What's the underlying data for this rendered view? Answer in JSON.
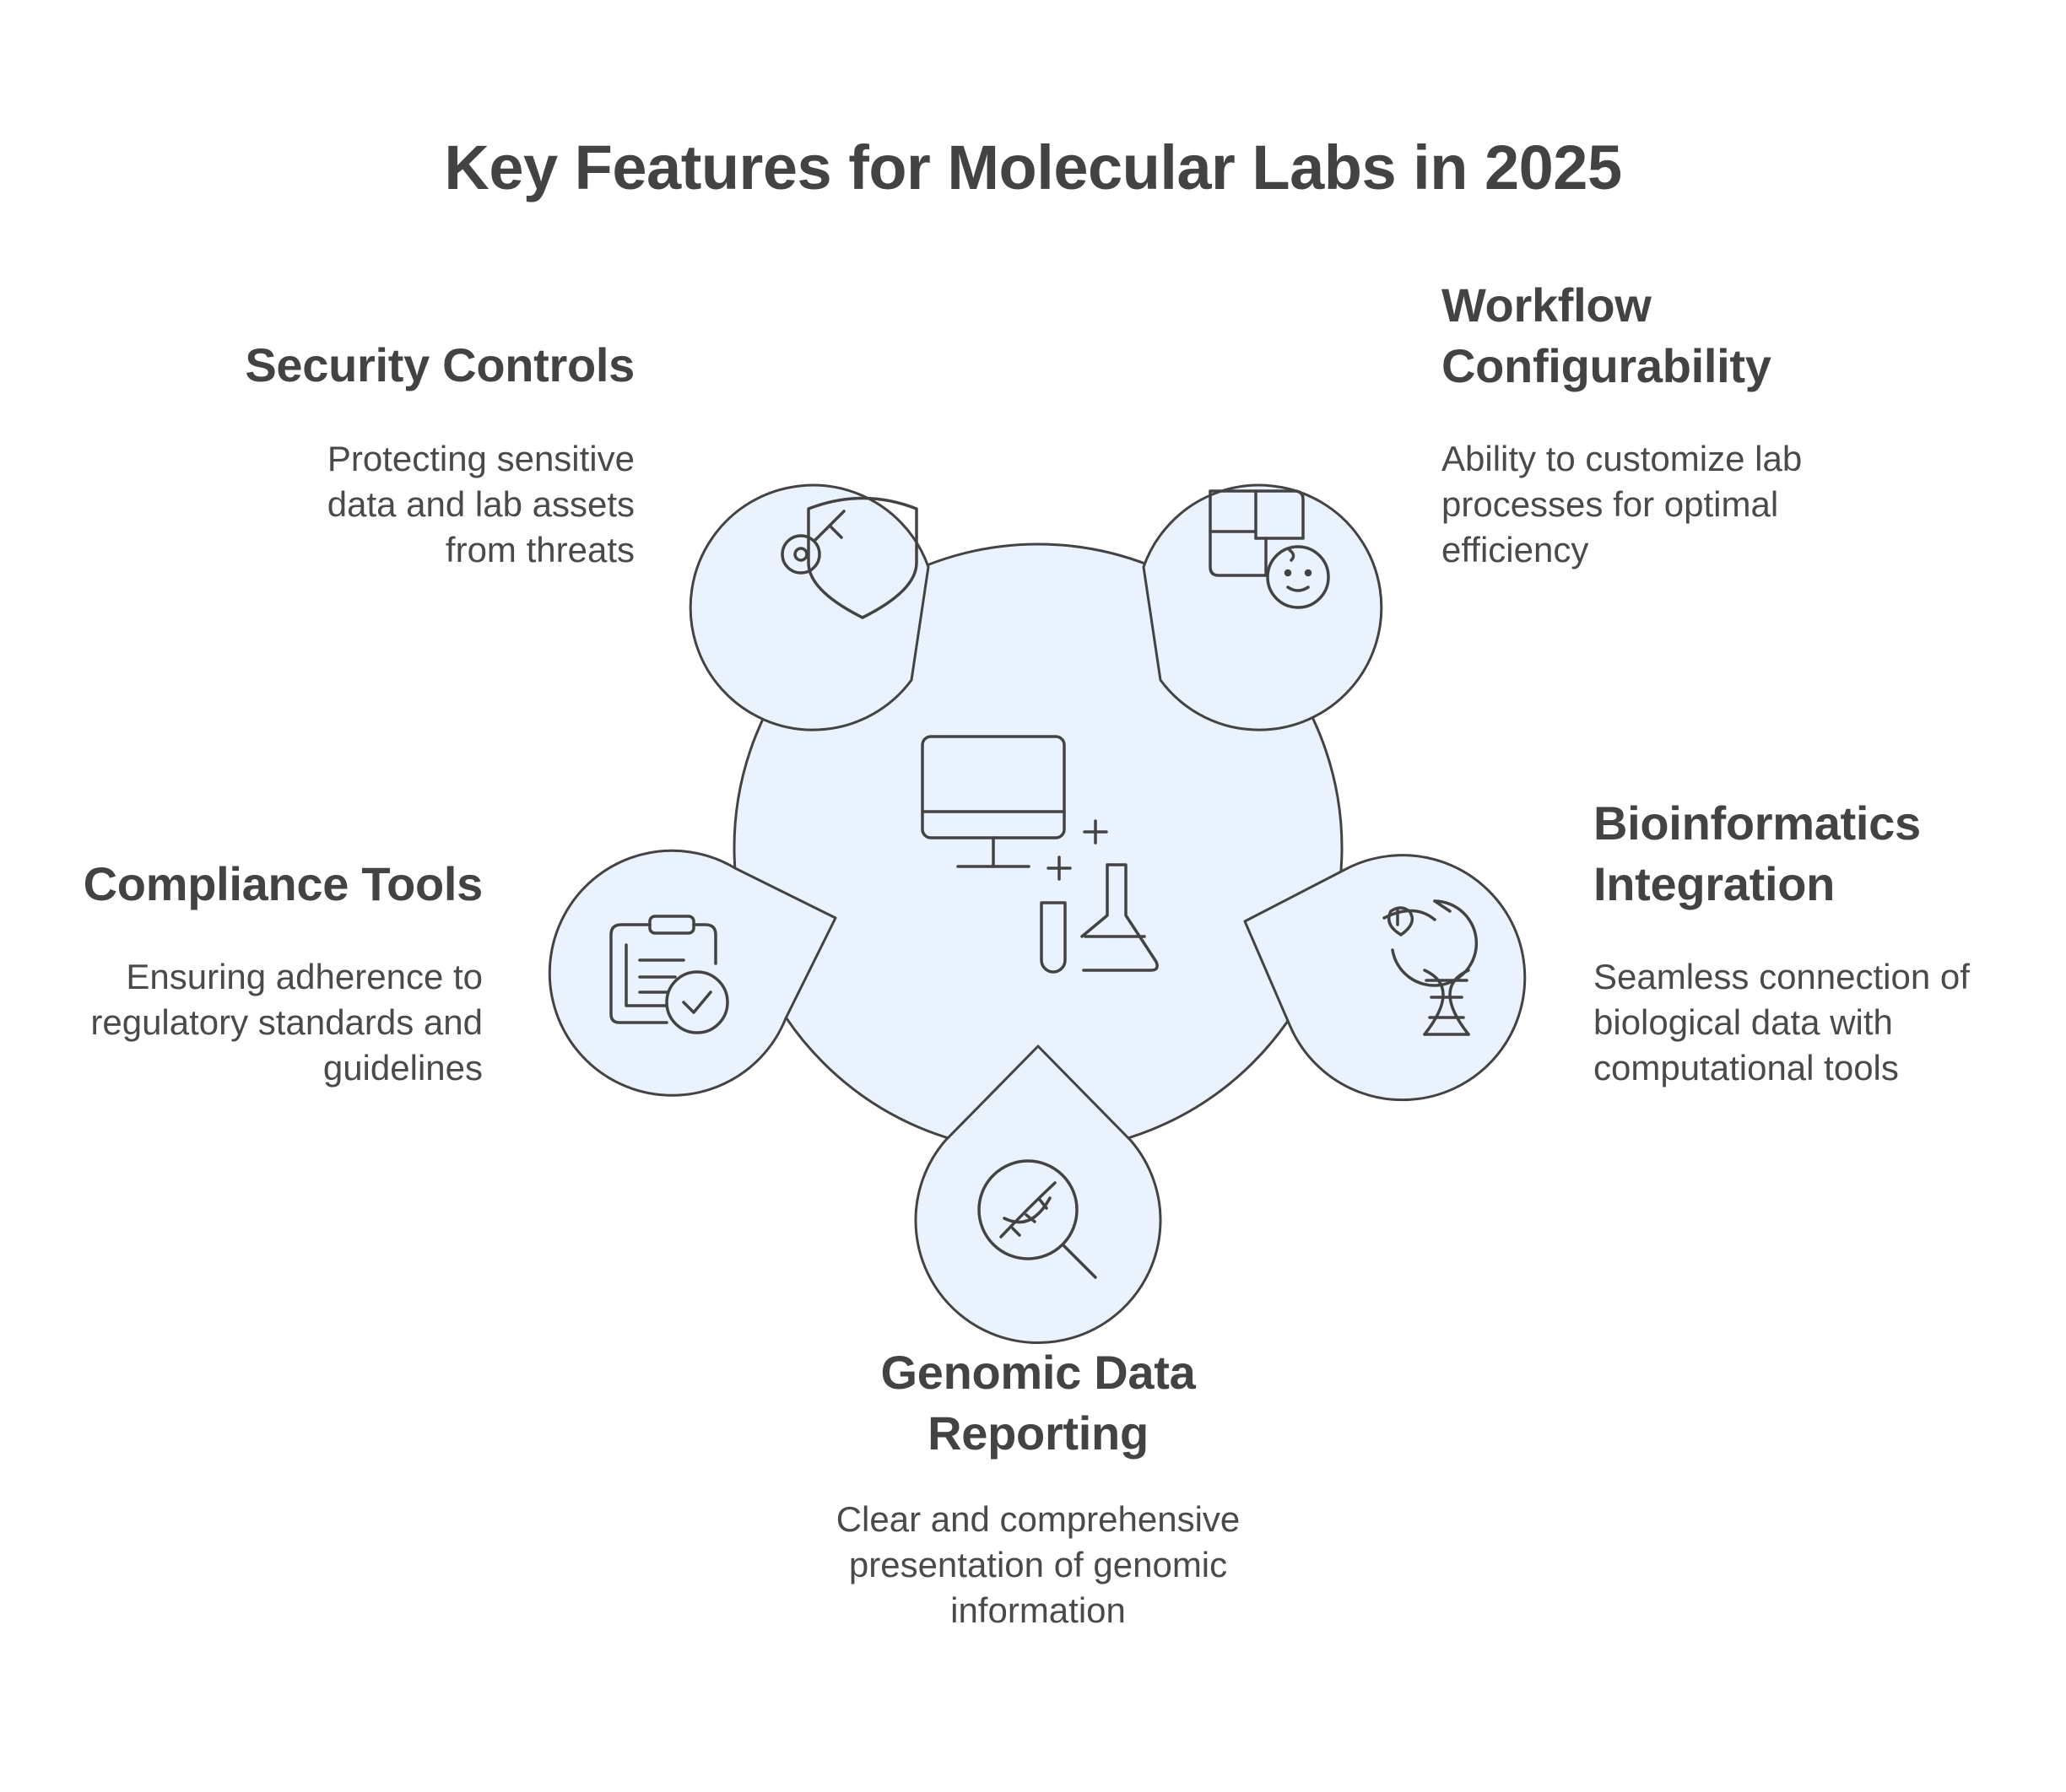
{
  "title": "Key Features for Molecular Labs in 2025",
  "colors": {
    "fill": "#EAF3FD",
    "stroke": "#434343",
    "text": "#434343"
  },
  "center": {
    "icon": "computer-lab-flask-icon"
  },
  "features": [
    {
      "id": "security",
      "heading": "Security Controls",
      "description": "Protecting sensitive data and lab assets from threats",
      "icon": "shield-key-icon"
    },
    {
      "id": "workflow",
      "heading": "Workflow Configurability",
      "description": "Ability to customize lab processes for optimal efficiency",
      "icon": "puzzle-person-icon"
    },
    {
      "id": "bioinformatics",
      "heading": "Bioinformatics Integration",
      "description": "Seamless connection of biological data with computational tools",
      "icon": "dna-leaf-cycle-icon"
    },
    {
      "id": "genomic",
      "heading": "Genomic Data Reporting",
      "description": "Clear and comprehensive presentation of genomic information",
      "icon": "dna-magnifier-icon"
    },
    {
      "id": "compliance",
      "heading": "Compliance Tools",
      "description": "Ensuring adherence to regulatory standards and guidelines",
      "icon": "clipboard-check-icon"
    }
  ]
}
